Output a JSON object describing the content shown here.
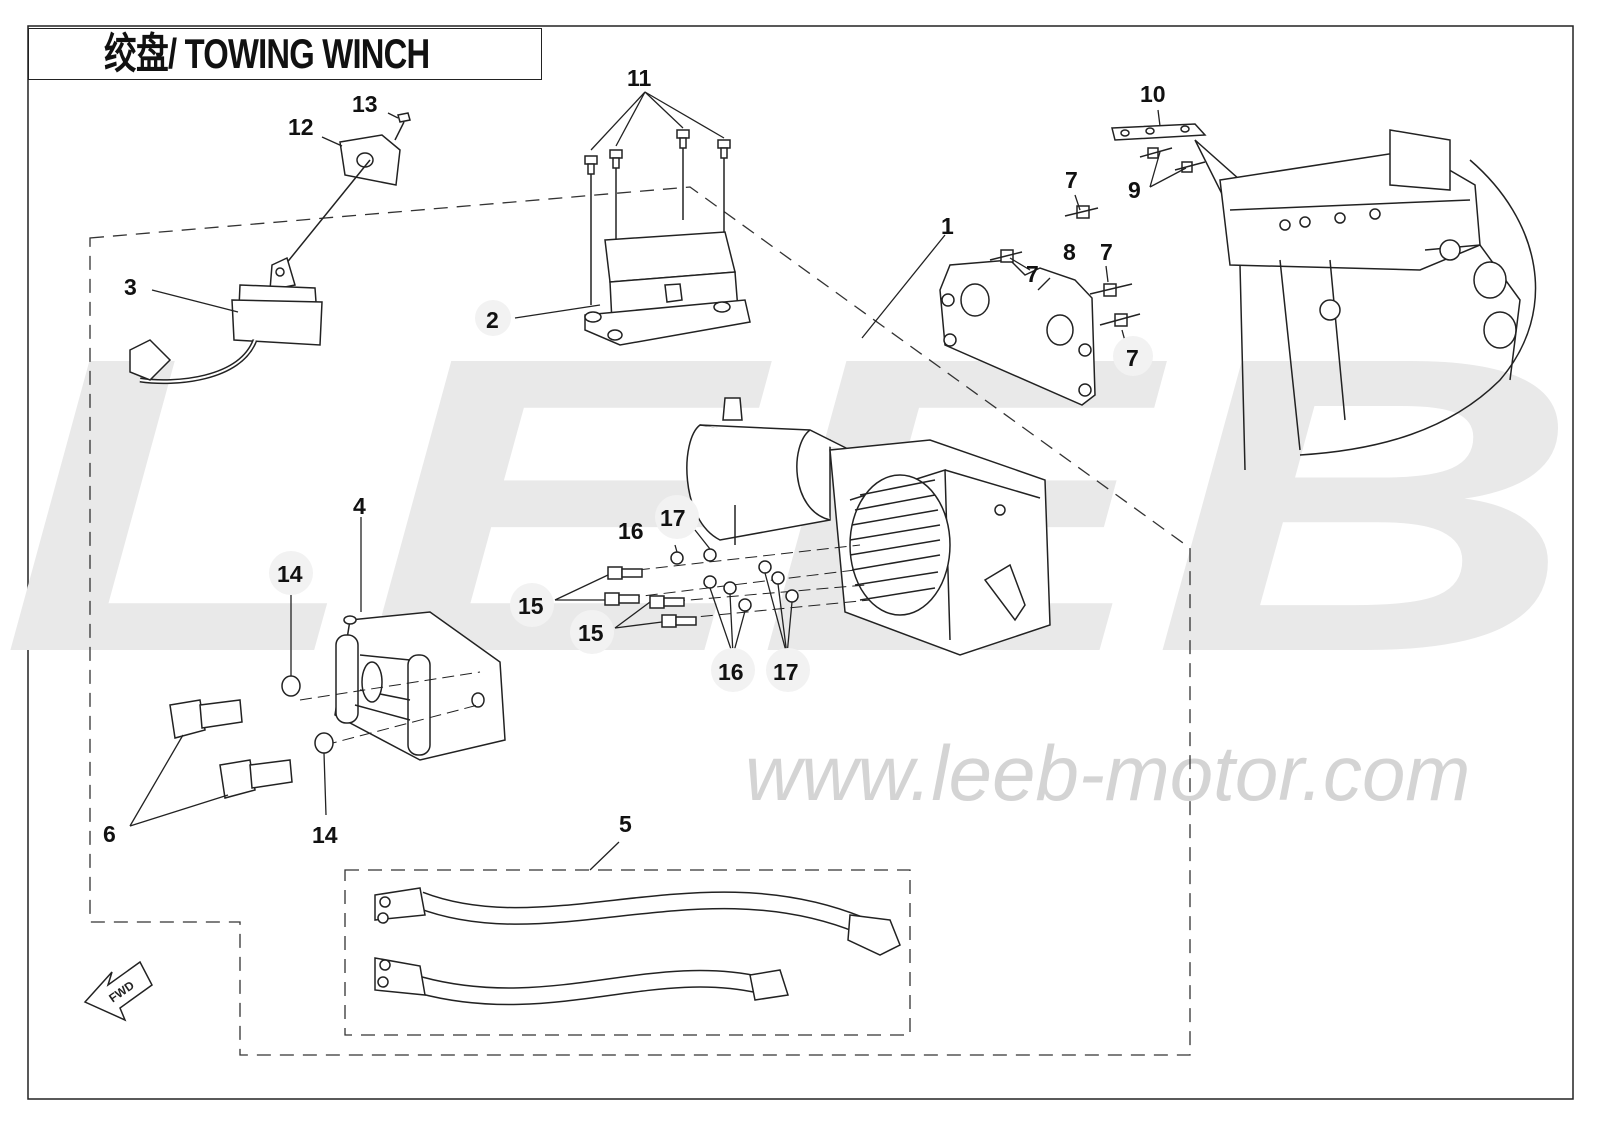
{
  "title": "绞盘/ TOWING WINCH",
  "watermark_text": "LEEB",
  "website": "www.leeb-motor.com",
  "fwd_label": "FWD",
  "colors": {
    "line": "#222222",
    "watermark": "#e9e9e9",
    "website": "#d4d4d4",
    "badge": "#f2f2f2"
  },
  "callouts": {
    "c1": "1",
    "c2": "2",
    "c3": "3",
    "c4": "4",
    "c5": "5",
    "c6": "6",
    "c7a": "7",
    "c7b": "7",
    "c7c": "7",
    "c7d": "7",
    "c8": "8",
    "c9": "9",
    "c10": "10",
    "c11": "11",
    "c12": "12",
    "c13": "13",
    "c14a": "14",
    "c14b": "14",
    "c15a": "15",
    "c15b": "15",
    "c16a": "16",
    "c16b": "16",
    "c17a": "17",
    "c17b": "17"
  }
}
